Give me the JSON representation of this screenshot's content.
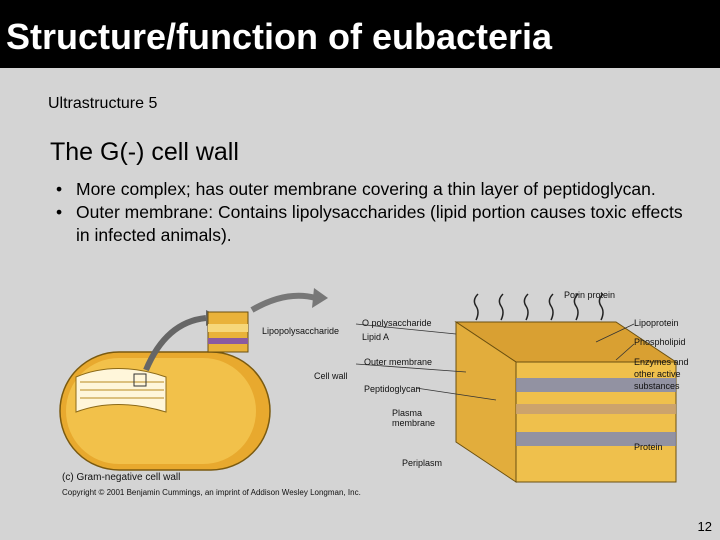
{
  "slide": {
    "title": "Structure/function of eubacteria",
    "subtitle": "Ultrastructure 5",
    "heading": "The G(-) cell wall",
    "bullets": [
      "More complex; has outer membrane covering a thin layer of peptidoglycan.",
      "Outer membrane: Contains lipolysaccharides (lipid portion causes toxic effects in infected animals)."
    ],
    "page_number": "12"
  },
  "figure": {
    "labels": {
      "porin": "Porin protein",
      "lipopolysaccharide": "Lipopolysaccharide",
      "o_polysaccharide": "O polysaccharide",
      "lipid_a": "Lipid A",
      "outer_membrane": "Outer membrane",
      "cell_wall": "Cell wall",
      "peptidoglycan": "Peptidoglycan",
      "plasma_membrane": "Plasma membrane",
      "periplasm": "Periplasm",
      "lipoprotein": "Lipoprotein",
      "phospholipid": "Phospholipid",
      "enzymes": "Enzymes and other active substances",
      "protein": "Protein",
      "caption": "(c) Gram-negative cell wall",
      "copyright": "Copyright © 2001 Benjamin Cummings, an imprint of Addison Wesley Longman, Inc."
    }
  }
}
